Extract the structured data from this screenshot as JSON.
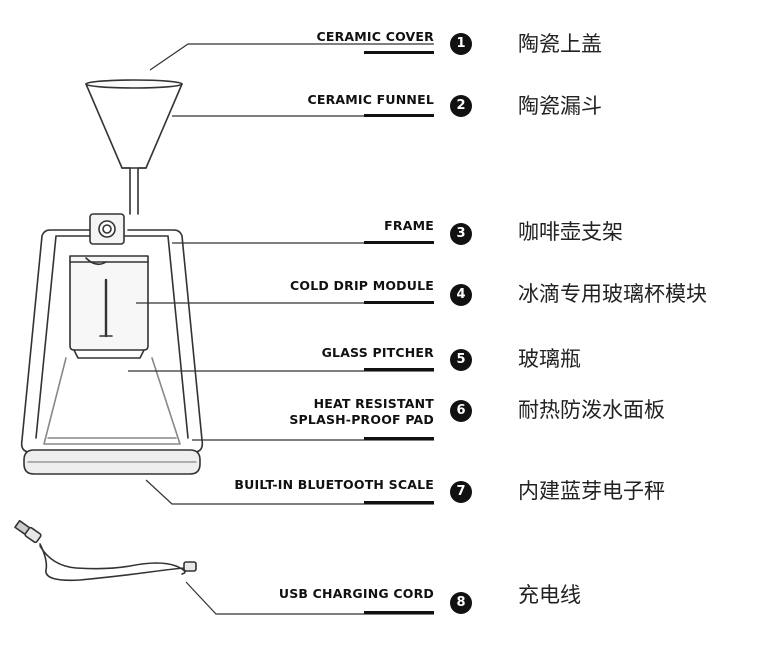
{
  "parts": [
    {
      "number": "1",
      "name_en": "CERAMIC COVER",
      "name_cn": "陶瓷上盖"
    },
    {
      "number": "2",
      "name_en": "CERAMIC FUNNEL",
      "name_cn": "陶瓷漏斗"
    },
    {
      "number": "3",
      "name_en": "FRAME",
      "name_cn": "咖啡壶支架"
    },
    {
      "number": "4",
      "name_en": "COLD DRIP MODULE",
      "name_cn": "冰滴专用玻璃杯模块"
    },
    {
      "number": "5",
      "name_en": "GLASS PITCHER",
      "name_cn": "玻璃瓶"
    },
    {
      "number": "6",
      "name_en": "HEAT RESISTANT\nSPLASH-PROOF PAD",
      "name_cn": "耐热防泼水面板"
    },
    {
      "number": "7",
      "name_en": "BUILT-IN BLUETOOTH SCALE",
      "name_cn": "内建蓝芽电子秤"
    },
    {
      "number": "8",
      "name_en": "USB CHARGING CORD",
      "name_cn": "充电线"
    }
  ]
}
